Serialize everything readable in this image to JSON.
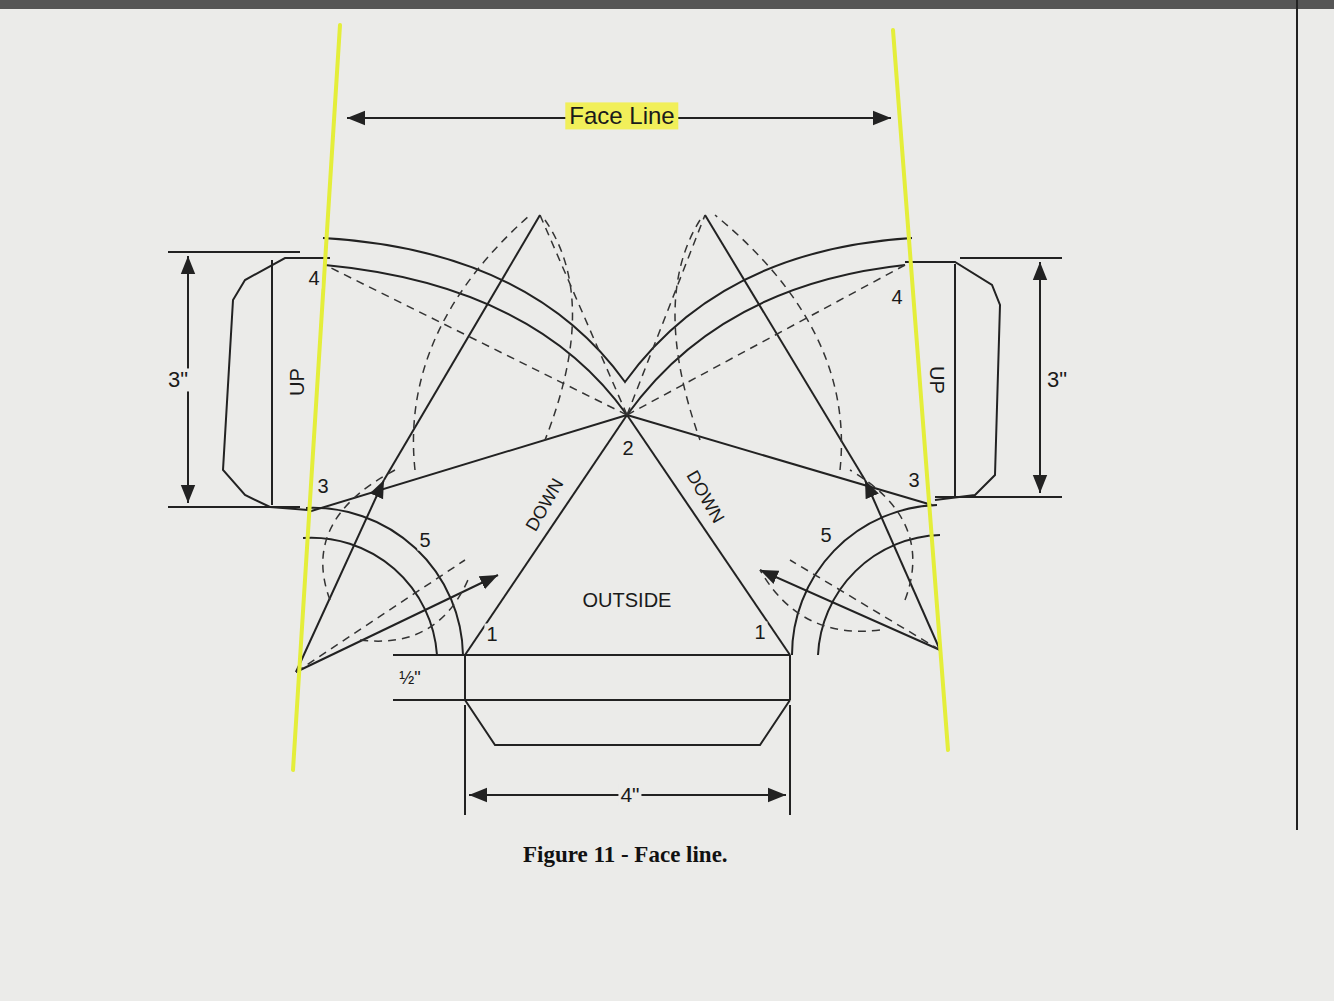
{
  "diagram": {
    "caption": "Figure 11 - Face line.",
    "labels": [
      "Face Line",
      "3\"",
      "4",
      "UP",
      "3",
      "5",
      "1",
      "2",
      "DOWN",
      "DOWN",
      "OUTSIDE",
      "4",
      "UP",
      "3",
      "5",
      "1",
      "3\"",
      "½\"",
      "4\""
    ]
  }
}
